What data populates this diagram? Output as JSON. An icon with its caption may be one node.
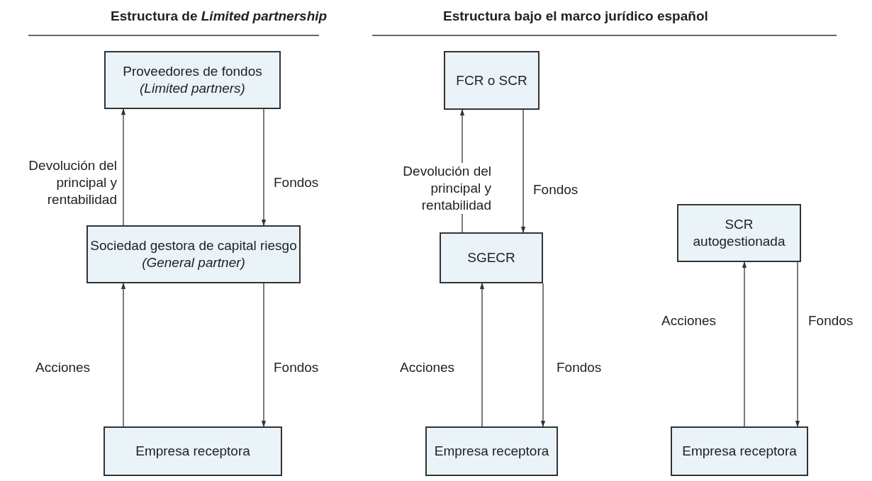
{
  "diagram": {
    "nodes": [
      {
        "text": [
          "Proveedores de fondos",
          "(Limited partners)"
        ]
      },
      {
        "text": [
          "Sociedad gestora de capital riesgo",
          "(General partner)"
        ]
      },
      {
        "text": [
          "Empresa receptora"
        ]
      },
      {
        "text": [
          "FCR o SCR"
        ]
      },
      {
        "text": [
          "SGECR"
        ]
      },
      {
        "text": [
          "Empresa receptora"
        ]
      },
      {
        "text": [
          "SCR autogestionada"
        ]
      },
      {
        "text": [
          "Empresa receptora"
        ]
      }
    ],
    "edges": [
      {
        "from": 1,
        "to": 0,
        "arrow": "to",
        "label": "Devolución del principal y rentabilidad"
      },
      {
        "from": 0,
        "to": 1,
        "arrow": "to",
        "label": "Fondos"
      },
      {
        "from": 2,
        "to": 1,
        "arrow": "to",
        "label": "Acciones"
      },
      {
        "from": 1,
        "to": 2,
        "arrow": "to",
        "label": "Fondos"
      },
      {
        "from": 4,
        "to": 3,
        "arrow": "to",
        "label": "Devolución del principal y rentabilidad"
      },
      {
        "from": 3,
        "to": 4,
        "arrow": "to",
        "label": "Fondos"
      },
      {
        "from": 5,
        "to": 4,
        "arrow": "to",
        "label": "Acciones"
      },
      {
        "from": 4,
        "to": 5,
        "arrow": "to",
        "label": "Fondos"
      },
      {
        "from": 7,
        "to": 6,
        "arrow": "to",
        "label": "Acciones"
      },
      {
        "from": 6,
        "to": 7,
        "arrow": "to",
        "label": "Fondos"
      }
    ],
    "labels": [
      "Estructura de *Limited partnership*",
      "Estructura bajo el marco jurídico español"
    ]
  }
}
